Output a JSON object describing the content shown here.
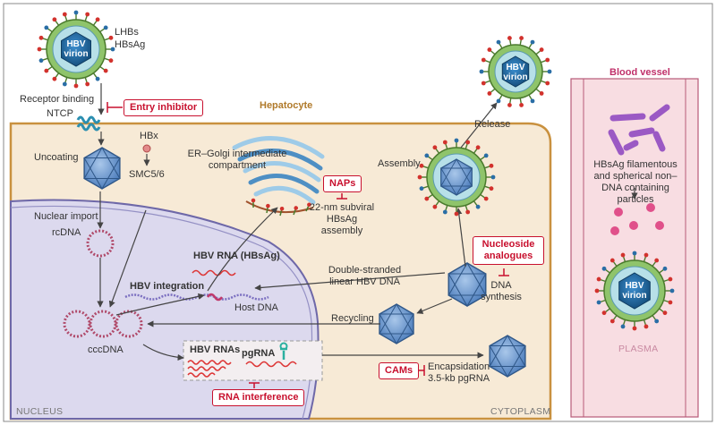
{
  "virion": {
    "name": "HBV virion",
    "lhbs": "LHBs",
    "hbsag": "HBsAg"
  },
  "labels": {
    "receptor_binding": "Receptor binding",
    "ntcp": "NTCP",
    "hepatocyte": "Hepatocyte",
    "uncoating": "Uncoating",
    "hbx": "HBx",
    "smc": "SMC5/6",
    "er_golgi": "ER–Golgi intermediate compartment",
    "subviral": "22-nm subviral HBsAg assembly",
    "nuclear_import": "Nuclear import",
    "rcdna": "rcDNA",
    "hbv_rna_hbsag": "HBV RNA (HBsAg)",
    "hbv_integration": "HBV integration",
    "host_dna": "Host DNA",
    "ds_linear": "Double-stranded linear HBV DNA",
    "dna_synthesis": "DNA synthesis",
    "cccdna": "cccDNA",
    "recycling": "Recycling",
    "hbv_rnas": "HBV RNAs",
    "pgrna": "pgRNA",
    "encapsidation": "Encapsidation 3.5-kb pgRNA",
    "assembly": "Assembly",
    "release": "Release",
    "blood_vessel": "Blood vessel",
    "hbsag_particles": "HBsAg filamentous and spherical non–DNA containing particles"
  },
  "inhibitors": {
    "entry": "Entry inhibitor",
    "naps": "NAPs",
    "nucleoside": "Nucleoside analogues",
    "cams": "CAMs",
    "rnai": "RNA interference"
  },
  "regions": {
    "nucleus": "NUCLEUS",
    "cytoplasm": "CYTOPLASM",
    "plasma": "PLASMA"
  },
  "colors": {
    "cytoplasm": "#f7ead6",
    "nucleus": "#dcd9ee",
    "vessel": "#f8dde2",
    "inhibitor": "#c8102e",
    "capsid": "#6f9bd1",
    "membrane": "#c9913f",
    "virion_core": "#1f6fa8"
  }
}
